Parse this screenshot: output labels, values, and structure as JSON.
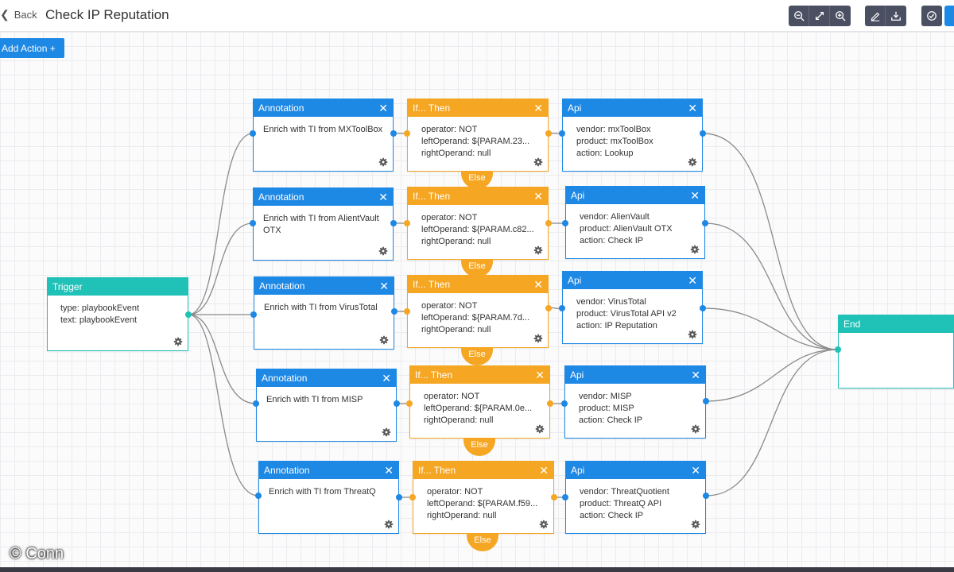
{
  "header": {
    "back_label": "Back",
    "title": "Check IP Reputation",
    "toolbar_icons": [
      "zoom-out-icon",
      "fit-icon",
      "zoom-in-icon",
      "edit-icon",
      "download-icon",
      "check-circle-icon"
    ]
  },
  "add_action_label": "Add Action +",
  "else_label": "Else",
  "trigger": {
    "title": "Trigger",
    "lines": [
      "type: playbookEvent",
      "text: playbookEvent"
    ]
  },
  "end": {
    "title": "End"
  },
  "branches": [
    {
      "annotation": {
        "title": "Annotation",
        "text": "Enrich with TI from MXToolBox"
      },
      "ifthen": {
        "title": "If... Then",
        "lines": [
          "operator: NOT",
          "leftOperand: ${PARAM.23...",
          "rightOperand: null"
        ]
      },
      "api": {
        "title": "Api",
        "lines": [
          "vendor: mxToolBox",
          "product: mxToolBox",
          "action: Lookup"
        ]
      }
    },
    {
      "annotation": {
        "title": "Annotation",
        "text": "Enrich with TI from AlientVault OTX"
      },
      "ifthen": {
        "title": "If... Then",
        "lines": [
          "operator: NOT",
          "leftOperand: ${PARAM.c82...",
          "rightOperand: null"
        ]
      },
      "api": {
        "title": "Api",
        "lines": [
          "vendor: AlienVault",
          "product: AlienVault OTX",
          "action: Check IP"
        ]
      }
    },
    {
      "annotation": {
        "title": "Annotation",
        "text": "Enrich with TI from VirusTotal"
      },
      "ifthen": {
        "title": "If... Then",
        "lines": [
          "operator: NOT",
          "leftOperand: ${PARAM.7d...",
          "rightOperand: null"
        ]
      },
      "api": {
        "title": "Api",
        "lines": [
          "vendor: VirusTotal",
          "product: VirusTotal API v2",
          "action: IP Reputation"
        ]
      }
    },
    {
      "annotation": {
        "title": "Annotation",
        "text": "Enrich with TI from MISP"
      },
      "ifthen": {
        "title": "If... Then",
        "lines": [
          "operator: NOT",
          "leftOperand: ${PARAM.0e...",
          "rightOperand: null"
        ]
      },
      "api": {
        "title": "Api",
        "lines": [
          "vendor: MISP",
          "product: MISP",
          "action: Check IP"
        ]
      }
    },
    {
      "annotation": {
        "title": "Annotation",
        "text": "Enrich with TI from ThreatQ"
      },
      "ifthen": {
        "title": "If... Then",
        "lines": [
          "operator: NOT",
          "leftOperand: ${PARAM.f59...",
          "rightOperand: null"
        ]
      },
      "api": {
        "title": "Api",
        "lines": [
          "vendor: ThreatQuotient",
          "product: ThreatQ API",
          "action: Check IP"
        ]
      }
    }
  ],
  "watermark": "© Conn"
}
